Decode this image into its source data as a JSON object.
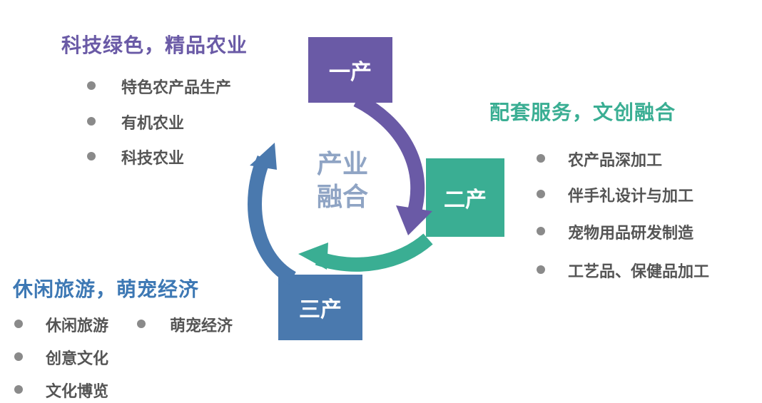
{
  "primary": {
    "heading": "科技绿色，精品农业",
    "box_label": "一产",
    "items": [
      "特色农产品生产",
      "有机农业",
      "科技农业"
    ]
  },
  "secondary": {
    "heading": "配套服务，文创融合",
    "box_label": "二产",
    "items": [
      "农产品深加工",
      "伴手礼设计与加工",
      "宠物用品研发制造",
      "工艺品、保健品加工"
    ]
  },
  "tertiary": {
    "heading": "休闲旅游，萌宠经济",
    "box_label": "三产",
    "items": [
      "休闲旅游",
      "萌宠经济",
      "创意文化",
      "文化博览"
    ]
  },
  "center": {
    "line1": "产业",
    "line2": "融合"
  },
  "colors": {
    "primary": "#6a5aa6",
    "secondary": "#3aae93",
    "tertiary": "#4a79ae",
    "center_text": "#8fa4c4",
    "bullet": "#8a8a8a",
    "item_text": "#555555"
  }
}
